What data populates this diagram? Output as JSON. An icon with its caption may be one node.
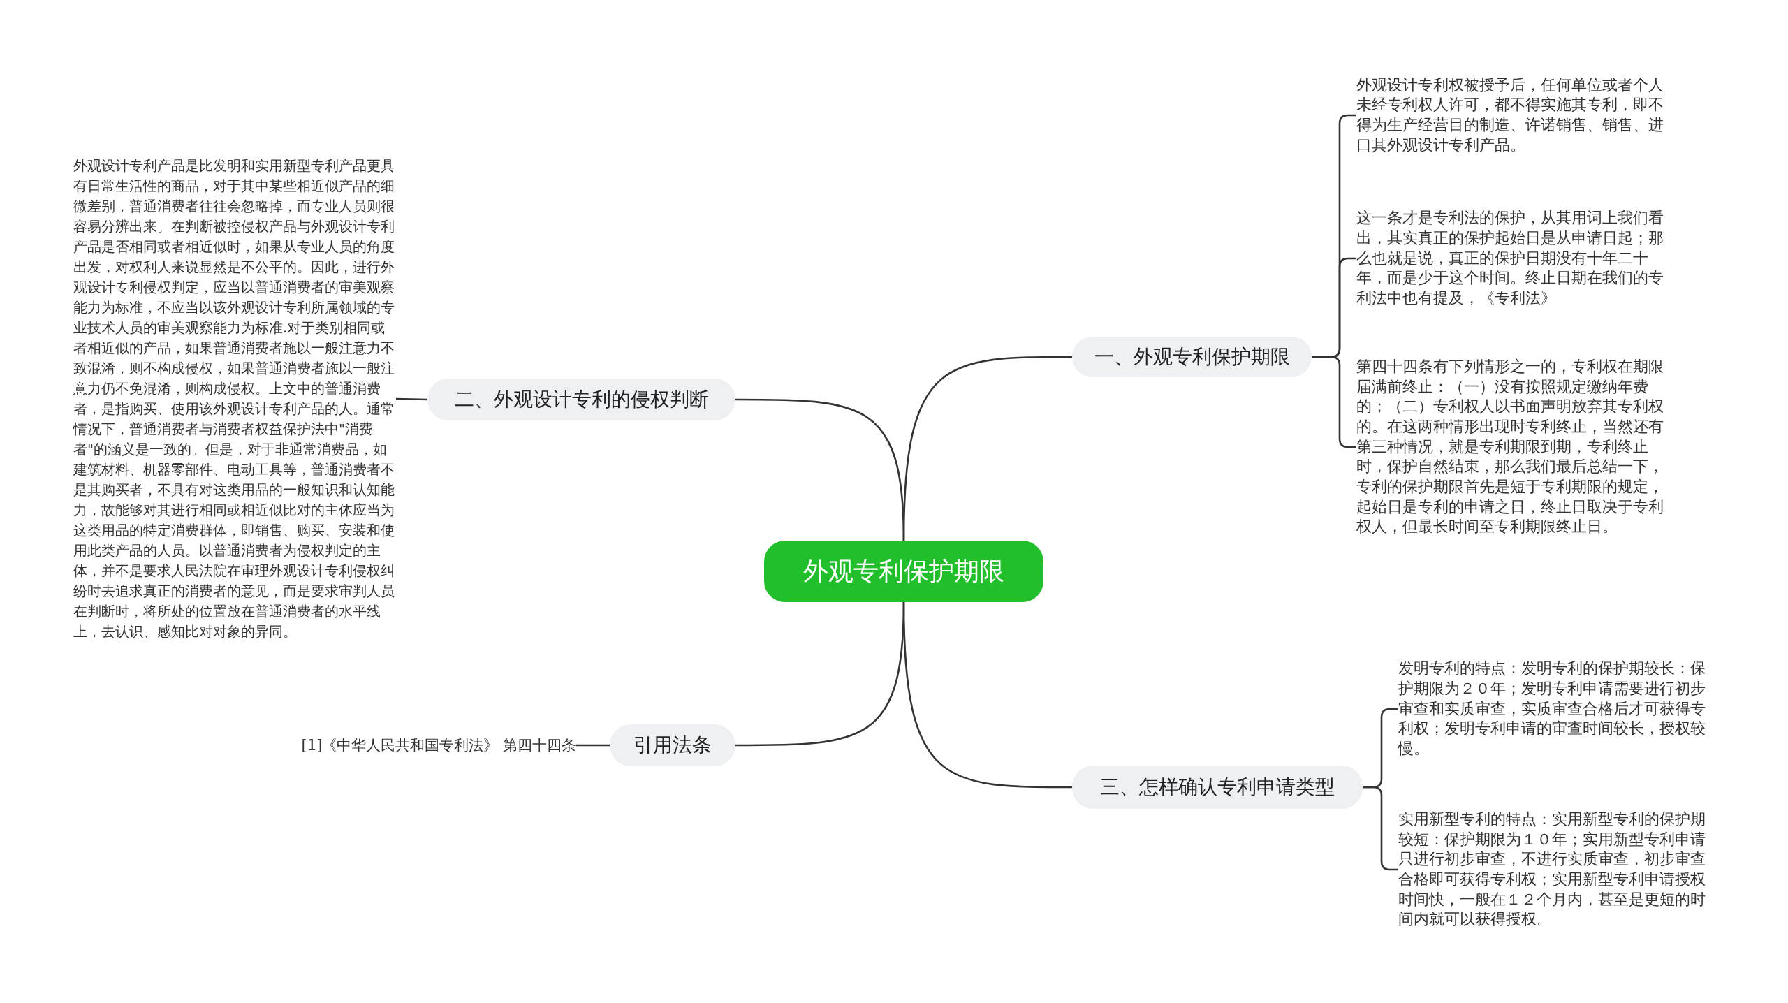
{
  "diagram": {
    "nodes": [
      {
        "text": [
          "外观专利保护期限"
        ]
      },
      {
        "text": [
          "一、外观专利保护期限"
        ]
      },
      {
        "text": [
          "外观设计专利权被授予后，任何单位或者个人未经专利权人许可，都不得实施其专利，即不得为生产经营目的制造、许诺销售、销售、进口其外观设计专利产品。"
        ]
      },
      {
        "text": [
          "这一条才是专利法的保护，从其用词上我们看出，其实真正的保护起始日是从申请日起；那么也就是说，真正的保护日期没有十年二十年，而是少于这个时间。终止日期在我们的专利法中也有提及，《专利法》"
        ]
      },
      {
        "text": [
          "第四十四条有下列情形之一的，专利权在期限届满前终止：（一）没有按照规定缴纳年费的；（二）专利权人以书面声明放弃其专利权的。在这两种情形出现时专利终止，当然还有第三种情况，就是专利期限到期，专利终止时，保护自然结束，那么我们最后总结一下，专利的保护期限首先是短于专利期限的规定，起始日是专利的申请之日，终止日取决于专利权人，但最长时间至专利期限终止日。"
        ]
      },
      {
        "text": [
          "二、外观设计专利的侵权判断"
        ]
      },
      {
        "text": [
          "外观设计专利产品是比发明和实用新型专利产品更具有日常生活性的商品，对于其中某些相近似产品的细微差别，普通消费者往往会忽略掉，而专业人员则很容易分辨出来。在判断被控侵权产品与外观设计专利产品是否相同或者相近似时，如果从专业人员的角度出发，对权利人来说显然是不公平的。因此，进行外观设计专利侵权判定，应当以普通消费者的审美观察能力为标准，不应当以该外观设计专利所属领域的专业技术人员的审美观察能力为标准.对于类别相同或者相近似的产品，如果普通消费者施以一般注意力不致混淆，则不构成侵权，如果普通消费者施以一般注意力仍不免混淆，则构成侵权。上文中的普通消费者，是指购买、使用该外观设计专利产品的人。通常情况下，普通消费者与消费者权益保护法中\"消费者\"的涵义是一致的。但是，对于非通常消费品，如建筑材料、机器零部件、电动工具等，普通消费者不是其购买者，不具有对这类用品的一般知识和认知能力，故能够对其进行相同或相近似比对的主体应当为这类用品的特定消费群体，即销售、购买、安装和使用此类产品的人员。以普通消费者为侵权判定的主体，并不是要求人民法院在审理外观设计专利侵权纠纷时去追求真正的消费者的意见，而是要求审判人员在判断时，将所处的位置放在普通消费者的水平线上，去认识、感知比对对象的异同。"
        ]
      },
      {
        "text": [
          "引用法条"
        ]
      },
      {
        "text": [
          "[1]《中华人民共和国专利法》 第四十四条"
        ]
      },
      {
        "text": [
          "三、怎样确认专利申请类型"
        ]
      },
      {
        "text": [
          "发明专利的特点：发明专利的保护期较长：保护期限为２０年；发明专利申请需要进行初步审查和实质审查，实质审查合格后才可获得专利权；发明专利申请的审查时间较长，授权较慢。"
        ]
      },
      {
        "text": [
          "实用新型专利的特点：实用新型专利的保护期较短：保护期限为１０年；实用新型专利申请只进行初步审查，不进行实质审查，初步审查合格即可获得专利权；实用新型专利申请授权时间快，一般在１２个月内，甚至是更短的时间内就可以获得授权。"
        ]
      }
    ],
    "edges": [
      {
        "from": 0,
        "to": 1,
        "arrow": "none"
      },
      {
        "from": 1,
        "to": 2,
        "arrow": "none"
      },
      {
        "from": 1,
        "to": 3,
        "arrow": "none"
      },
      {
        "from": 1,
        "to": 4,
        "arrow": "none"
      },
      {
        "from": 0,
        "to": 5,
        "arrow": "none"
      },
      {
        "from": 5,
        "to": 6,
        "arrow": "none"
      },
      {
        "from": 0,
        "to": 7,
        "arrow": "none"
      },
      {
        "from": 7,
        "to": 8,
        "arrow": "none"
      },
      {
        "from": 0,
        "to": 9,
        "arrow": "none"
      },
      {
        "from": 9,
        "to": 10,
        "arrow": "none"
      },
      {
        "from": 9,
        "to": 11,
        "arrow": "none"
      }
    ]
  }
}
